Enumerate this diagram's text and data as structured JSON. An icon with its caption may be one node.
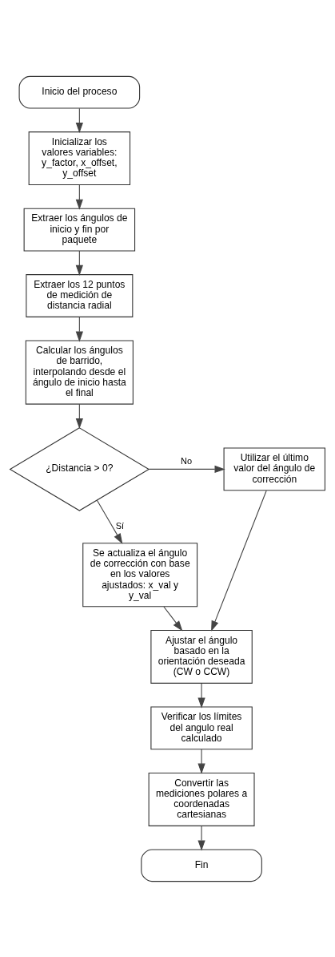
{
  "diagram": {
    "nodes": [
      {
        "text": [
          "Inicio del proceso"
        ]
      },
      {
        "text": [
          "Inicializar los valores variables: y_factor, x_offset, y_offset"
        ]
      },
      {
        "text": [
          "Extraer los ángulos de inicio y fin por paquete"
        ]
      },
      {
        "text": [
          "Extraer los 12 puntos de medición de distancia radial"
        ]
      },
      {
        "text": [
          "Calcular los ángulos de barrido, interpolando desde el ángulo de inicio hasta el final"
        ]
      },
      {
        "text": [
          "¿Distancia > 0?"
        ]
      },
      {
        "text": [
          "Utilizar el último valor del ángulo de corrección"
        ]
      },
      {
        "text": [
          "Se actualiza el ángulo de corrección con base en los valores ajustados: x_val y y_val"
        ]
      },
      {
        "text": [
          "Ajustar el ángulo basado en la orientación deseada (CW o CCW)"
        ]
      },
      {
        "text": [
          "Verificar los límites del angulo real calculado"
        ]
      },
      {
        "text": [
          "Convertir las mediciones polares a coordenadas cartesianas"
        ]
      },
      {
        "text": [
          "Fin"
        ]
      }
    ],
    "edges": [
      {
        "from": 0,
        "to": 1,
        "arrow": "to"
      },
      {
        "from": 1,
        "to": 2,
        "arrow": "to"
      },
      {
        "from": 2,
        "to": 3,
        "arrow": "to"
      },
      {
        "from": 3,
        "to": 4,
        "arrow": "to"
      },
      {
        "from": 4,
        "to": 5,
        "arrow": "to"
      },
      {
        "from": 5,
        "to": 6,
        "arrow": "to",
        "label": "No"
      },
      {
        "from": 5,
        "to": 7,
        "arrow": "to",
        "label": "Sí"
      },
      {
        "from": 6,
        "to": 8,
        "arrow": "to"
      },
      {
        "from": 7,
        "to": 8,
        "arrow": "to"
      },
      {
        "from": 8,
        "to": 9,
        "arrow": "to"
      },
      {
        "from": 9,
        "to": 10,
        "arrow": "to"
      },
      {
        "from": 10,
        "to": 11,
        "arrow": "to"
      }
    ]
  }
}
